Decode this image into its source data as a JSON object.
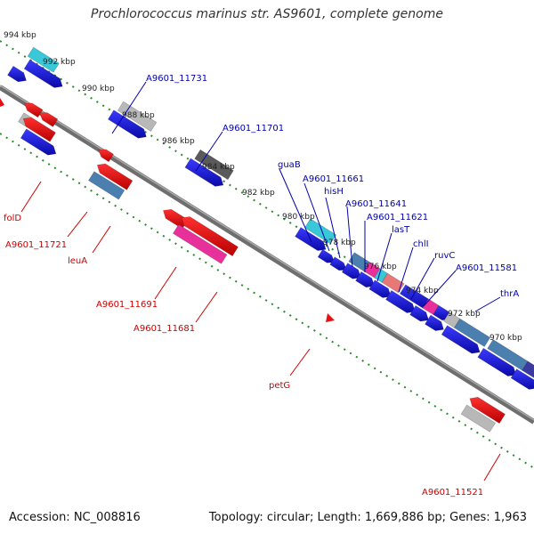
{
  "title": "Prochlorococcus marinus str. AS9601, complete genome",
  "footer": {
    "accession": "Accession: NC_008816",
    "summary": "Topology: circular; Length: 1,669,886 bp; Genes: 1,963"
  },
  "kbp_labels": [
    "994 kbp",
    "992 kbp",
    "990 kbp",
    "988 kbp",
    "986 kbp",
    "984 kbp",
    "982 kbp",
    "980 kbp",
    "978 kbp",
    "976 kbp",
    "974 kbp",
    "972 kbp",
    "970 kbp"
  ],
  "blue_genes": [
    "A9601_11731",
    "A9601_11701",
    "guaB",
    "A9601_11661",
    "hisH",
    "A9601_11641",
    "A9601_11621",
    "lasT",
    "chlI",
    "ruvC",
    "A9601_11581",
    "thrA"
  ],
  "red_genes": [
    "folD",
    "A9601_11721",
    "leuA",
    "A9601_11691",
    "A9601_11681",
    "petG",
    "A9601_11521"
  ],
  "colors": {
    "forward": "#1a1adc",
    "reverse": "#e81010",
    "backbone": "#6e6e6e",
    "tick": "#2a8a2a",
    "teal": "#38c8d8",
    "steel": "#4a7fb0",
    "gray": "#b8b8b8",
    "darkgray": "#5a5a5a",
    "pink": "#e8309a",
    "salmon": "#e87878",
    "navy": "#3a3aa0"
  }
}
